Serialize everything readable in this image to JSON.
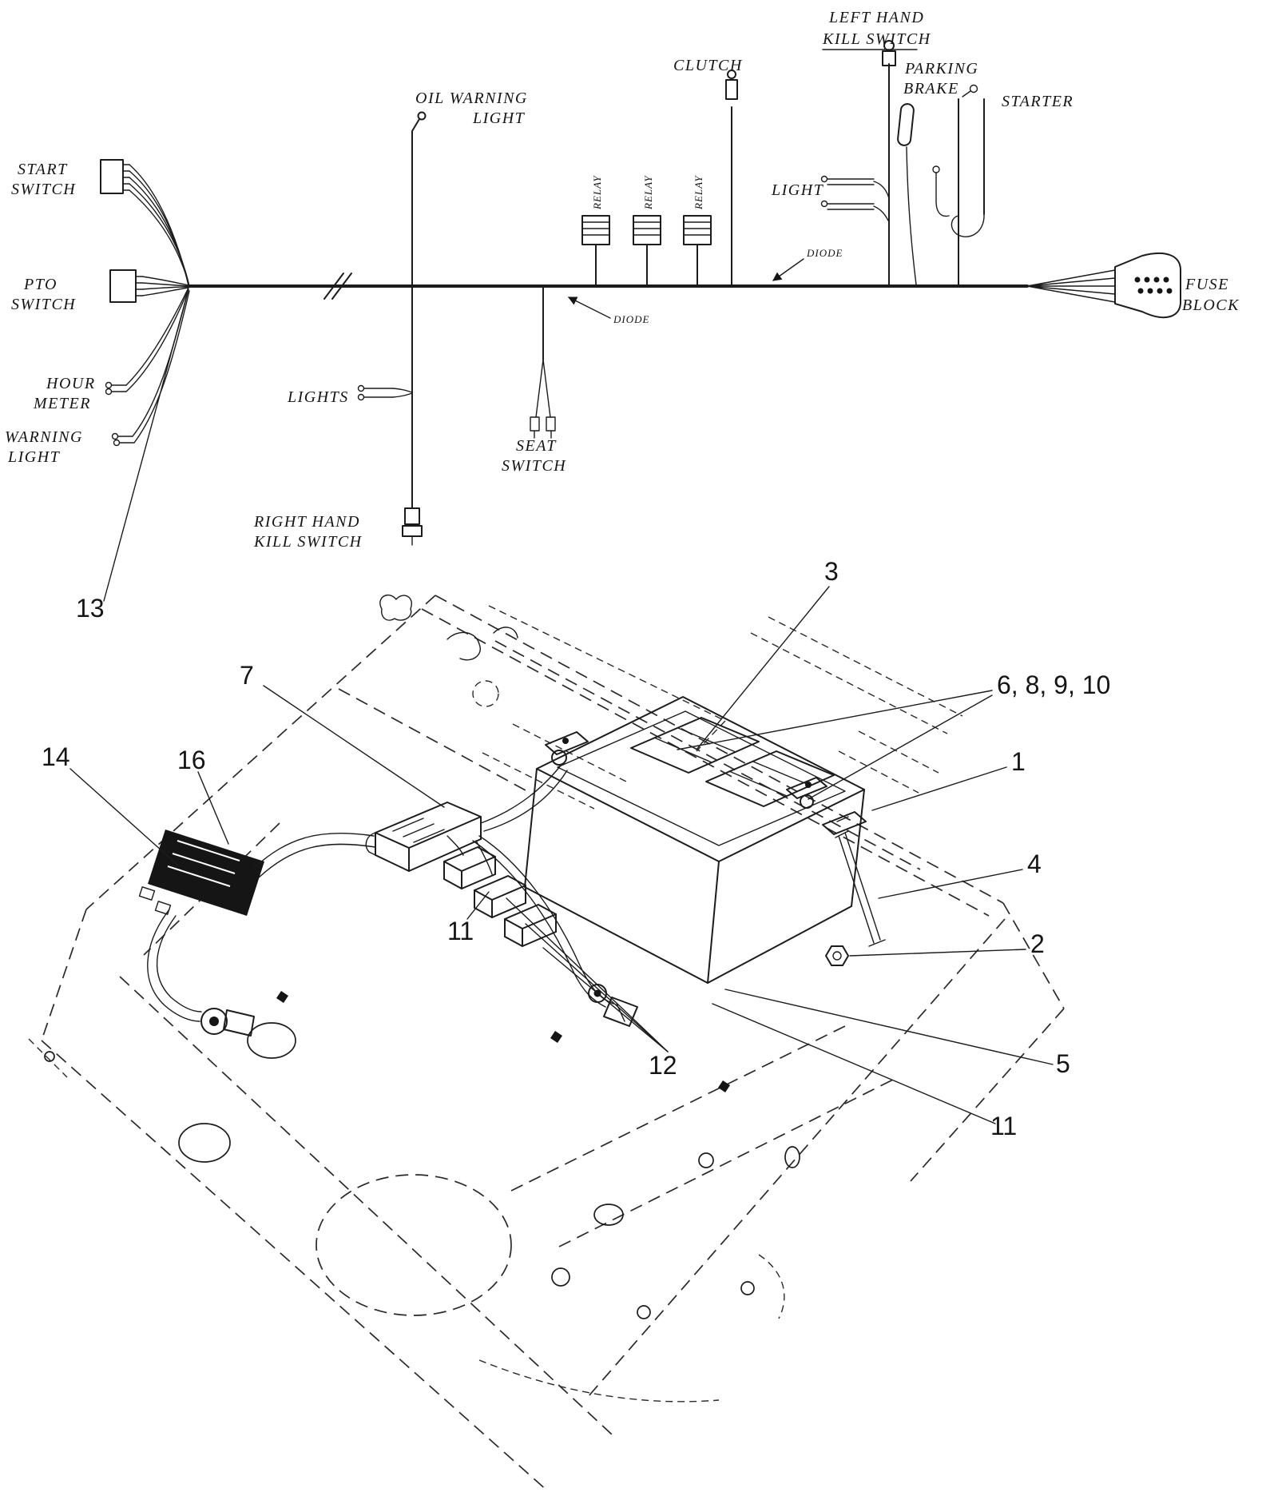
{
  "document": {
    "type": "wiring-harness-parts-diagram"
  },
  "schematic": {
    "start_switch": [
      "START",
      "SWITCH"
    ],
    "pto_switch": [
      "PTO",
      "SWITCH"
    ],
    "hour_meter": [
      "HOUR",
      "METER"
    ],
    "warning_light": [
      "WARNING",
      "LIGHT"
    ],
    "lights_label": "LIGHTS",
    "right_hand_kill_switch": [
      "RIGHT HAND",
      "KILL SWITCH"
    ],
    "oil_warning_light": [
      "OIL WARNING",
      "LIGHT"
    ],
    "seat_switch": [
      "SEAT",
      "SWITCH"
    ],
    "relay_label": "RELAY",
    "clutch_label": "CLUTCH",
    "diode_label": "DIODE",
    "light_label": "LIGHT",
    "left_hand_kill_switch": [
      "LEFT HAND",
      "KILL SWITCH"
    ],
    "parking_brake": [
      "PARKING",
      "BRAKE"
    ],
    "starter_label": "STARTER",
    "fuse_block": [
      "FUSE",
      "BLOCK"
    ]
  },
  "callouts": {
    "n13": "13",
    "n3": "3",
    "n7": "7",
    "n6_8_9_10": "6, 8, 9, 10",
    "n1": "1",
    "n14": "14",
    "n16": "16",
    "n4": "4",
    "n2": "2",
    "n11_left": "11",
    "n12": "12",
    "n5": "5",
    "n11_right": "11"
  },
  "colors": {
    "line": "#1c1c1c",
    "background": "#ffffff"
  }
}
